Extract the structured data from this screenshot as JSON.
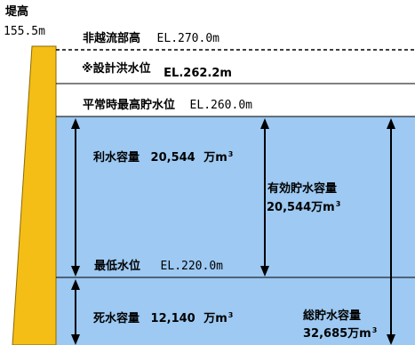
{
  "dam": {
    "height_title": "堤高",
    "height_value": "155.5m"
  },
  "levels": {
    "non_overflow": {
      "label": "非越流部高",
      "el": "EL.270.0m"
    },
    "design_flood": {
      "label": "※設計洪水位",
      "el": "EL.262.2m"
    },
    "normal_max": {
      "label": "平常時最高貯水位",
      "el": "EL.260.0m"
    },
    "minimum": {
      "label": "最低水位",
      "el": "EL.220.0m"
    }
  },
  "capacities": {
    "utility": {
      "label": "利水容量",
      "value": "20,544",
      "unit": "万m",
      "sup": "3"
    },
    "effective": {
      "label": "有効貯水容量",
      "value": "20,544万m",
      "sup": "3"
    },
    "dead": {
      "label": "死水容量",
      "value": "12,140",
      "unit": "万m",
      "sup": "3"
    },
    "total": {
      "label": "総貯水容量",
      "value": "32,685万m",
      "sup": "3"
    }
  },
  "colors": {
    "dam_fill": "#F5BE16",
    "dam_edge": "#8a6a00",
    "water": "#9DC9F2"
  }
}
